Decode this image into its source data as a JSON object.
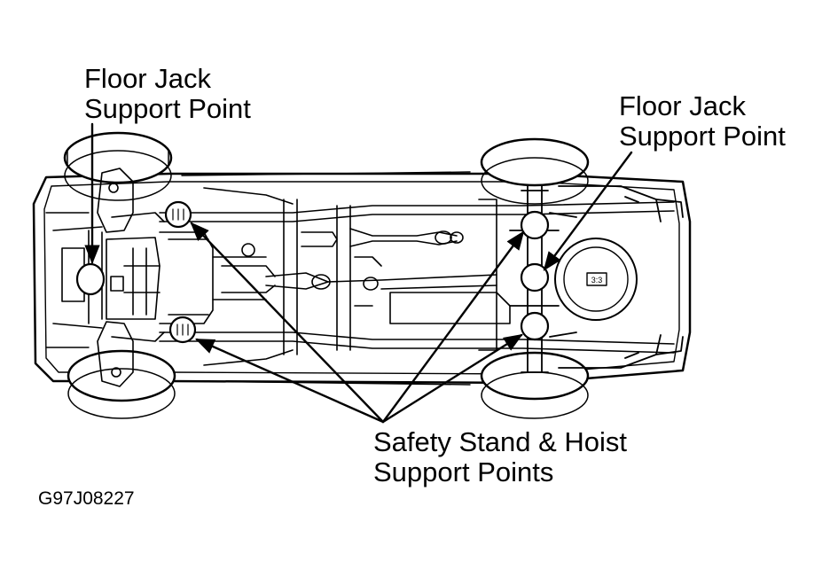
{
  "labels": {
    "front_jack": {
      "line1": "Floor Jack",
      "line2": "Support Point"
    },
    "rear_jack": {
      "line1": "Floor Jack",
      "line2": "Support Point"
    },
    "safety": {
      "line1": "Safety Stand & Hoist",
      "line2": "Support Points"
    },
    "figure_code": "G97J08227",
    "spare_tire_mark": "3:3"
  },
  "colors": {
    "ink": "#000000",
    "paper": "#ffffff"
  }
}
